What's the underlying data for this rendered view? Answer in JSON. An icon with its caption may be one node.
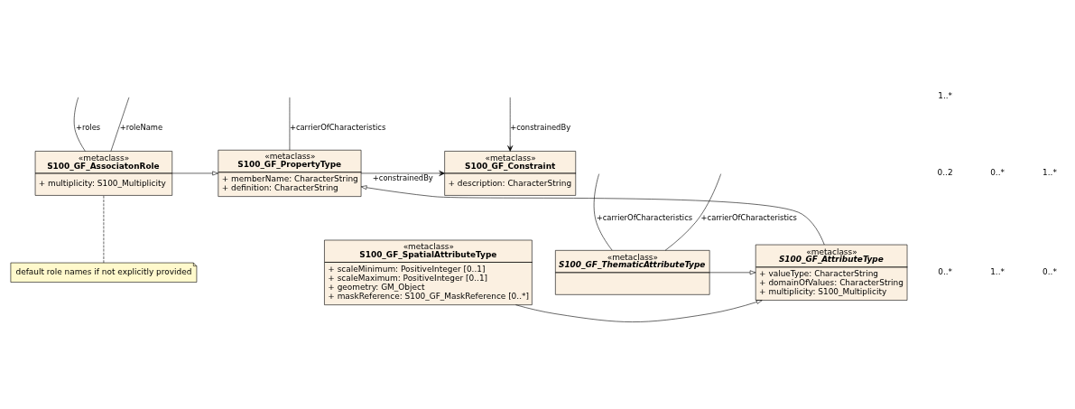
{
  "diagram": {
    "nodes": [
      {
        "text": [
          "«metaclass»",
          "S100_GF_AssociatonRole",
          "+ multiplicity: S100_Multiplicity"
        ]
      },
      {
        "text": [
          "«metaclass»",
          "S100_GF_PropertyType",
          "+ memberName: CharacterString",
          "+ definition: CharacterString"
        ]
      },
      {
        "text": [
          "«metaclass»",
          "S100_GF_Constraint",
          "+ description: CharacterString"
        ]
      },
      {
        "text": [
          "default role names if not explicitly provided"
        ]
      },
      {
        "text": [
          "«metaclass»",
          "S100_GF_ThematicAttributeType"
        ]
      },
      {
        "text": [
          "«metaclass»",
          "S100_GF_AttributeType",
          "+ valueType: CharacterString",
          "+ domainOfValues: CharacterString",
          "+ multiplicity: S100_Multiplicity"
        ]
      },
      {
        "text": [
          "«metaclass»",
          "S100_GF_SpatialAttributeType",
          "+ scaleMinimum: PositiveInteger [0..1]",
          "+ scaleMaximum: PositiveInteger [0..1]",
          "+ geometry: GM_Object",
          "+ maskReference: S100_GF_MaskReference [0..*]"
        ]
      }
    ],
    "edges": [
      {
        "from": null,
        "to": 0,
        "arrow": "none",
        "label": "+roles"
      },
      {
        "from": 0,
        "to": null,
        "arrow": "none",
        "label": "+roleName"
      },
      {
        "from": 3,
        "to": 0,
        "arrow": "none",
        "style": "dashed"
      },
      {
        "from": 0,
        "to": 1,
        "arrow": "to"
      },
      {
        "from": null,
        "to": 1,
        "arrow": "none",
        "label": "+carrierOfCharacteristics"
      },
      {
        "from": 1,
        "to": 2,
        "arrow": "to",
        "label": "+constrainedBy"
      },
      {
        "from": null,
        "to": 2,
        "arrow": "to",
        "label": "+constrainedBy"
      },
      {
        "from": null,
        "to": 4,
        "arrow": "none",
        "label": "+carrierOfCharacteristics"
      },
      {
        "from": 4,
        "to": null,
        "arrow": "none",
        "label": "+carrierOfCharacteristics"
      },
      {
        "from": 4,
        "to": 5,
        "arrow": "to"
      },
      {
        "from": 5,
        "to": 1,
        "arrow": "to"
      },
      {
        "from": 6,
        "to": 5,
        "arrow": "to"
      }
    ],
    "labels": [
      "0..*",
      "1..*",
      "0..*",
      "0..2",
      "0..*",
      "1..*",
      "1..*"
    ]
  }
}
